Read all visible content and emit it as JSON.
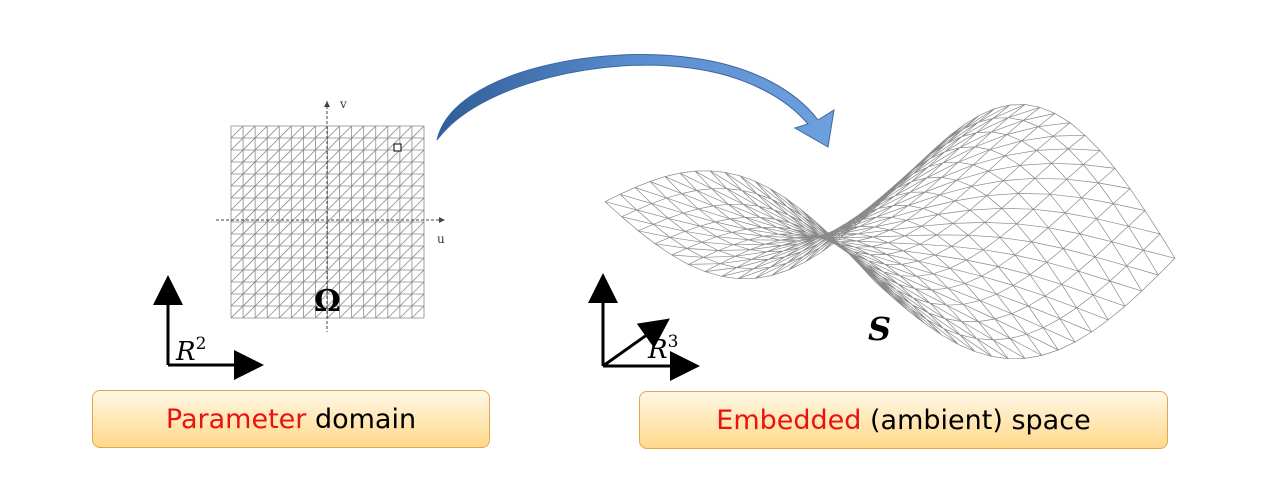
{
  "left": {
    "label_highlight": "Parameter",
    "label_rest": " domain",
    "omega_symbol": "Ω",
    "axis_u": "u",
    "axis_v": "v",
    "space_base": "R",
    "space_exp": "2"
  },
  "right": {
    "label_highlight": "Embedded",
    "label_rest": " (ambient) space",
    "surface_symbol": "S",
    "space_base": "R",
    "space_exp": "3"
  },
  "colors": {
    "highlight": "#e8130f",
    "arrow": "#4a7ab8",
    "label_fill_top": "#fff7e6",
    "label_fill_bottom": "#ffd98a",
    "label_border": "#e3a64e",
    "mesh": "#8a8a8a"
  },
  "icons": {
    "arrow": "curved-arrow"
  }
}
